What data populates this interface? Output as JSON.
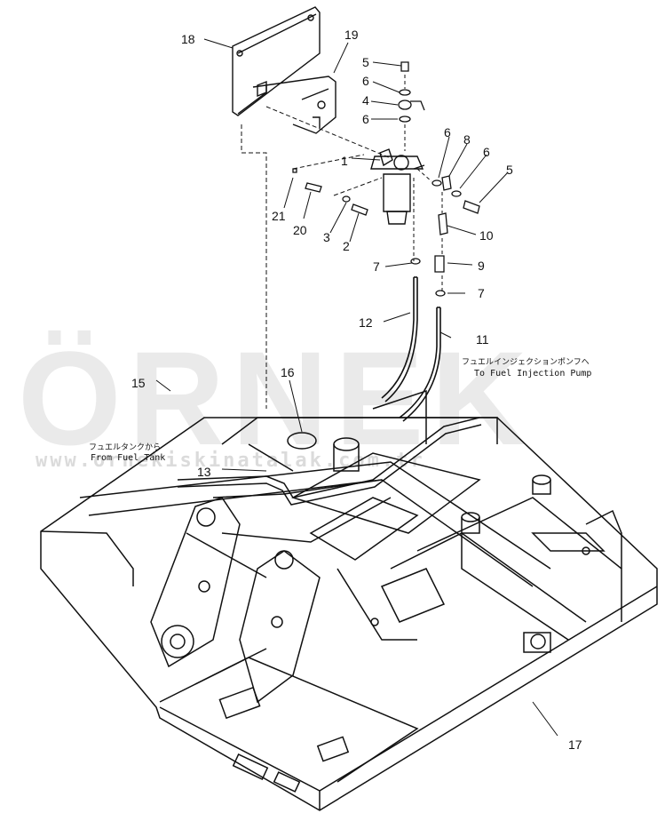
{
  "watermark": {
    "brand": "ÖRNEK",
    "url": "www.ornekiskinatalak.com.tr",
    "accent_color": "#f5c400"
  },
  "notes": {
    "to_pump_jp": "フュエルインジェクションポンフへ",
    "to_pump_en": "To Fuel Injection Pump",
    "from_tank_jp": "フュエルタンクから",
    "from_tank_en": "From Fuel Tank"
  },
  "labels": [
    "1",
    "2",
    "3",
    "4",
    "5",
    "5",
    "6",
    "6",
    "6",
    "6",
    "7",
    "7",
    "8",
    "9",
    "10",
    "11",
    "12",
    "13",
    "15",
    "16",
    "17",
    "18",
    "19",
    "20",
    "21"
  ]
}
